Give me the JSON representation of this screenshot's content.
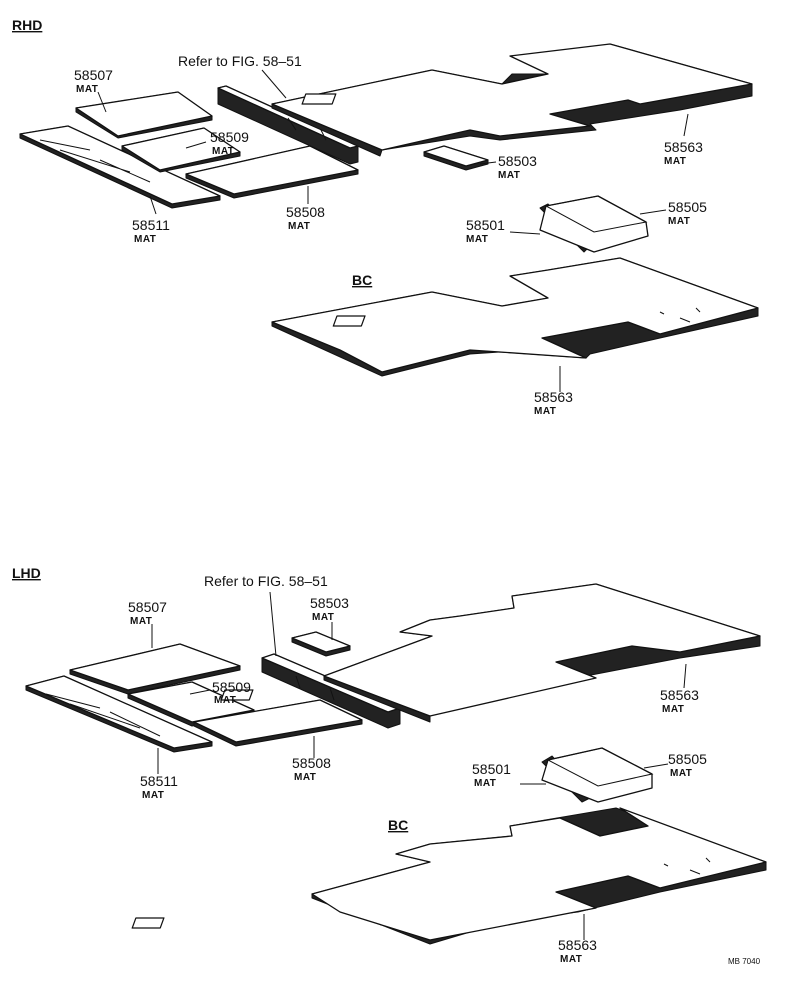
{
  "sections": {
    "rhd": {
      "title": "RHD",
      "refer": "Refer to FIG. 58–51",
      "callouts": [
        {
          "num": "58507",
          "sub": "MAT"
        },
        {
          "num": "58509",
          "sub": "MAT"
        },
        {
          "num": "58511",
          "sub": "MAT"
        },
        {
          "num": "58508",
          "sub": "MAT"
        },
        {
          "num": "58503",
          "sub": "MAT"
        },
        {
          "num": "58563",
          "sub": "MAT"
        },
        {
          "num": "58501",
          "sub": "MAT"
        },
        {
          "num": "58505",
          "sub": "MAT"
        }
      ],
      "bc_title": "BC",
      "bc_callout": {
        "num": "58563",
        "sub": "MAT"
      }
    },
    "lhd": {
      "title": "LHD",
      "refer": "Refer to FIG. 58–51",
      "callouts": [
        {
          "num": "58507",
          "sub": "MAT"
        },
        {
          "num": "58503",
          "sub": "MAT"
        },
        {
          "num": "58509",
          "sub": "MAT"
        },
        {
          "num": "58511",
          "sub": "MAT"
        },
        {
          "num": "58508",
          "sub": "MAT"
        },
        {
          "num": "58563",
          "sub": "MAT"
        },
        {
          "num": "58501",
          "sub": "MAT"
        },
        {
          "num": "58505",
          "sub": "MAT"
        }
      ],
      "bc_title": "BC",
      "bc_callout": {
        "num": "58563",
        "sub": "MAT"
      }
    }
  },
  "figure_code": "MB 7040"
}
